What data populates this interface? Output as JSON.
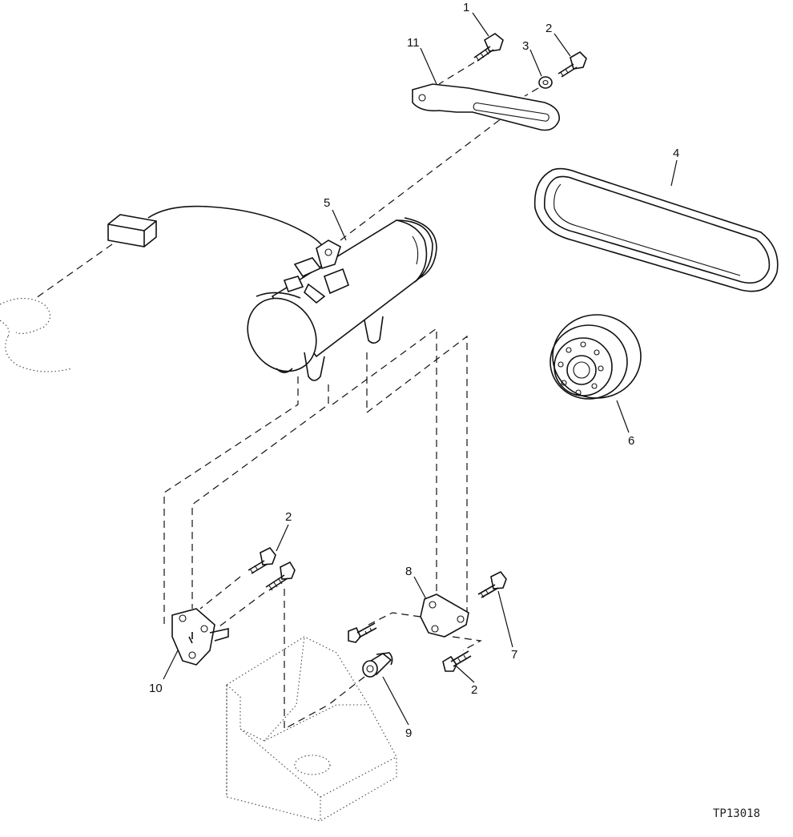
{
  "callouts": [
    {
      "id": "c1",
      "text": "1"
    },
    {
      "id": "c2a",
      "text": "2"
    },
    {
      "id": "c3",
      "text": "3"
    },
    {
      "id": "c11",
      "text": "11"
    },
    {
      "id": "c4",
      "text": "4"
    },
    {
      "id": "c5",
      "text": "5"
    },
    {
      "id": "c6",
      "text": "6"
    },
    {
      "id": "c2b",
      "text": "2"
    },
    {
      "id": "c8",
      "text": "8"
    },
    {
      "id": "c7",
      "text": "7"
    },
    {
      "id": "c10",
      "text": "10"
    },
    {
      "id": "c9",
      "text": "9"
    },
    {
      "id": "c2c",
      "text": "2"
    }
  ],
  "figure_ref": "TP13018"
}
